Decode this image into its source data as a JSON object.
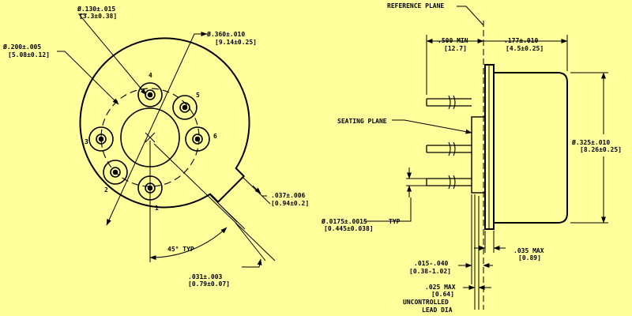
{
  "colors": {
    "background": "#FFFF9C",
    "ink": "#000000"
  },
  "bottom_view": {
    "mount_hole_dia": {
      "imperial": "Ø.130±.015",
      "metric": "[3.3±0.38]"
    },
    "pin_circle_dia": {
      "imperial": "Ø.200±.005",
      "metric": "[5.08±0.12]"
    },
    "body_dia": {
      "imperial": "Ø.360±.010",
      "metric": "[9.14±0.25]"
    },
    "tab_width": {
      "imperial": ".037±.006",
      "metric": "[0.94±0.2]"
    },
    "tab_length": {
      "imperial": ".031±.003",
      "metric": "[0.79±0.07]"
    },
    "angle": "45° TYP",
    "pins": [
      "1",
      "2",
      "3",
      "4",
      "5",
      "6"
    ]
  },
  "side_view": {
    "reference_plane": "REFERENCE PLANE",
    "seating_plane": "SEATING PLANE",
    "lead_length_min": {
      "imperial": ".500 MIN",
      "metric": "[12.7]"
    },
    "can_height": {
      "imperial": ".177±.010",
      "metric": "[4.5±0.25]"
    },
    "can_dia": {
      "imperial": "Ø.325±.010",
      "metric": "[8.26±0.25]"
    },
    "lead_dia": {
      "imperial": "Ø.0175±.0015",
      "typ": "TYP",
      "metric": "[0.445±0.038]"
    },
    "flange_thk": {
      "imperial": ".035 MAX",
      "metric": "[0.89]"
    },
    "seat_offset": {
      "imperial": ".015-.040",
      "metric": "[0.38-1.02]"
    },
    "uncontrolled": {
      "imperial": ".025 MAX",
      "metric": "[0.64]",
      "line1": "UNCONTROLLED",
      "line2": "LEAD DIA"
    }
  }
}
